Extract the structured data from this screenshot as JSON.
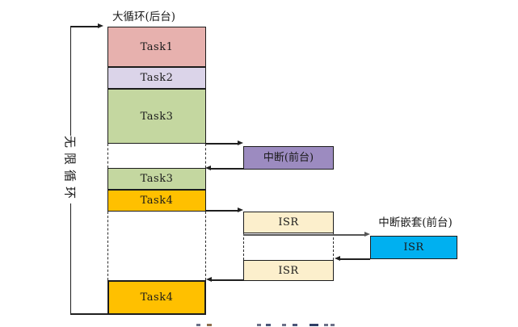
{
  "title": "大循环(后台)",
  "infinite_loop_label": "无限循环",
  "background_stack": {
    "segments": [
      {
        "label": "Task1",
        "color": "#E7B1AE"
      },
      {
        "label": "Task2",
        "color": "#DBD4E9"
      },
      {
        "label": "Task3",
        "color": "#C4D7A0"
      },
      {
        "label": "Task3",
        "color": "#C4D7A0"
      },
      {
        "label": "Task4",
        "color": "#FFC000"
      },
      {
        "label": "Task4",
        "color": "#FFC000"
      }
    ]
  },
  "foreground": {
    "interrupt_box_label": "中断(前台)",
    "interrupt_box_color": "#9C8BC0",
    "isr_top_label": "ISR",
    "isr_bottom_label": "ISR",
    "isr_color": "#FCEFCC"
  },
  "nested_interrupt": {
    "title": "中断嵌套(前台)",
    "isr_label": "ISR",
    "color": "#00B0F0"
  },
  "colors": {
    "line": "#1f1f1f",
    "gray_line": "#565656",
    "border": "#1c1c1c"
  }
}
